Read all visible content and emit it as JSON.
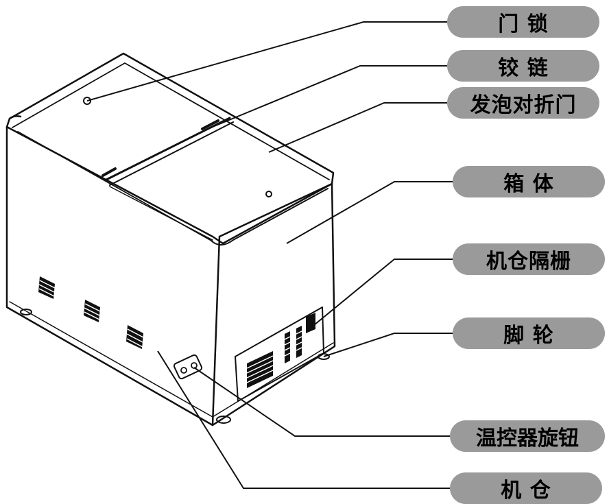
{
  "labels": {
    "door_lock": "门  锁",
    "hinge": "铰  链",
    "foam_folding_door": "发泡对折门",
    "cabinet_body": "箱  体",
    "compartment_grille": "机仓隔栅",
    "caster": "脚  轮",
    "thermostat_knob": "温控器旋钮",
    "machine_compartment": "机  仓"
  },
  "colors": {
    "label_fill": "#9a9a9a",
    "line": "#111111",
    "background": "#ffffff"
  }
}
